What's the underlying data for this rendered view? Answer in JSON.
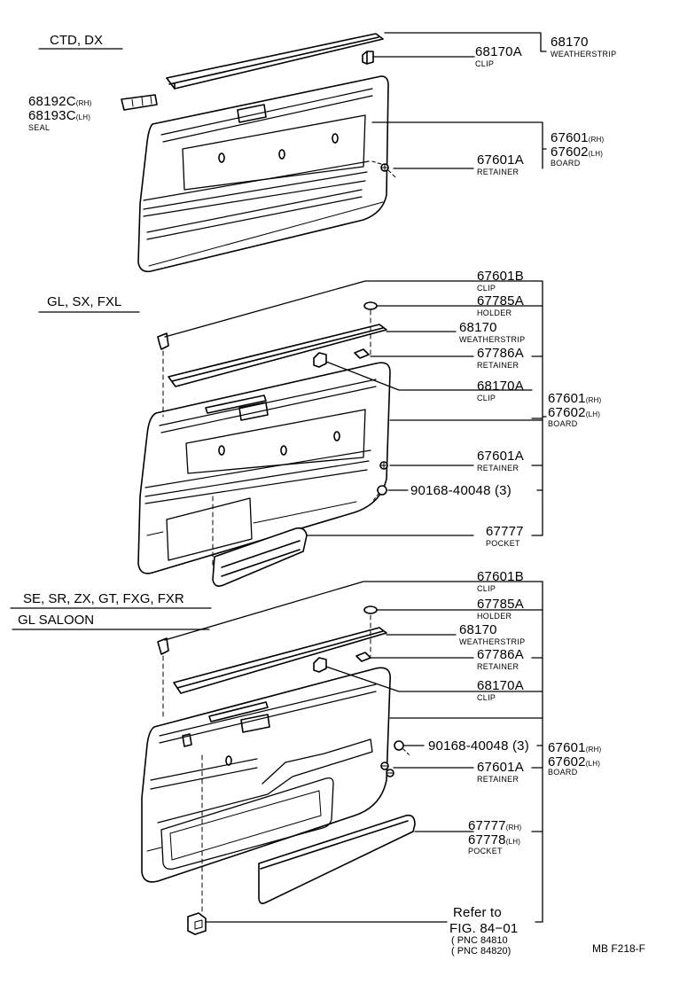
{
  "sections": [
    {
      "id": "ctd_dx",
      "header": "CTD, DX"
    },
    {
      "id": "gl",
      "header": "GL, SX, FXL"
    },
    {
      "id": "se",
      "header": "SE, SR, ZX, GT, FXG, FXR",
      "header2": "GL SALOON"
    }
  ],
  "s1": {
    "p68170a": "68170A",
    "p68170a_d": "CLIP",
    "p68170": "68170",
    "p68170_d": "WEATHERSTRIP",
    "seal_rh": "68192C",
    "seal_rh_s": "(RH)",
    "seal_lh": "68193C",
    "seal_lh_s": "(LH)",
    "seal_d": "SEAL",
    "p67601rh": "67601",
    "p67601rh_s": "(RH)",
    "p67602lh": "67602",
    "p67602lh_s": "(LH)",
    "board_d": "BOARD",
    "p67601a": "67601A",
    "p67601a_d": "RETAINER"
  },
  "s2": {
    "p67601b": "67601B",
    "p67601b_d": "CLIP",
    "p67785a": "67785A",
    "p67785a_d": "HOLDER",
    "p68170": "68170",
    "p68170_d": "WEATHERSTRIP",
    "p67786a": "67786A",
    "p67786a_d": "RETAINER",
    "p68170a": "68170A",
    "p68170a_d": "CLIP",
    "p67601rh": "67601",
    "p67601rh_s": "(RH)",
    "p67602lh": "67602",
    "p67602lh_s": "(LH)",
    "board_d": "BOARD",
    "p67601a": "67601A",
    "p67601a_d": "RETAINER",
    "screw": "90168-40048 (3)",
    "p67777": "67777",
    "p67777_d": "POCKET"
  },
  "s3": {
    "p67601b": "67601B",
    "p67601b_d": "CLIP",
    "p67785a": "67785A",
    "p67785a_d": "HOLDER",
    "p68170": "68170",
    "p68170_d": "WEATHERSTRIP",
    "p67786a": "67786A",
    "p67786a_d": "RETAINER",
    "p68170a": "68170A",
    "p68170a_d": "CLIP",
    "screw": "90168-40048 (3)",
    "p67601a": "67601A",
    "p67601a_d": "RETAINER",
    "p67601rh": "67601",
    "p67601rh_s": "(RH)",
    "p67602lh": "67602",
    "p67602lh_s": "(LH)",
    "board_d": "BOARD",
    "p67777rh": "67777",
    "p67777rh_s": "(RH)",
    "p67778lh": "67778",
    "p67778lh_s": "(LH)",
    "pocket_d": "POCKET",
    "refer1": "Refer to",
    "refer2": "FIG. 84−01",
    "pnc1": "( PNC 84810",
    "pnc2": "( PNC 84820)"
  },
  "figure_code": "MB F218-F"
}
